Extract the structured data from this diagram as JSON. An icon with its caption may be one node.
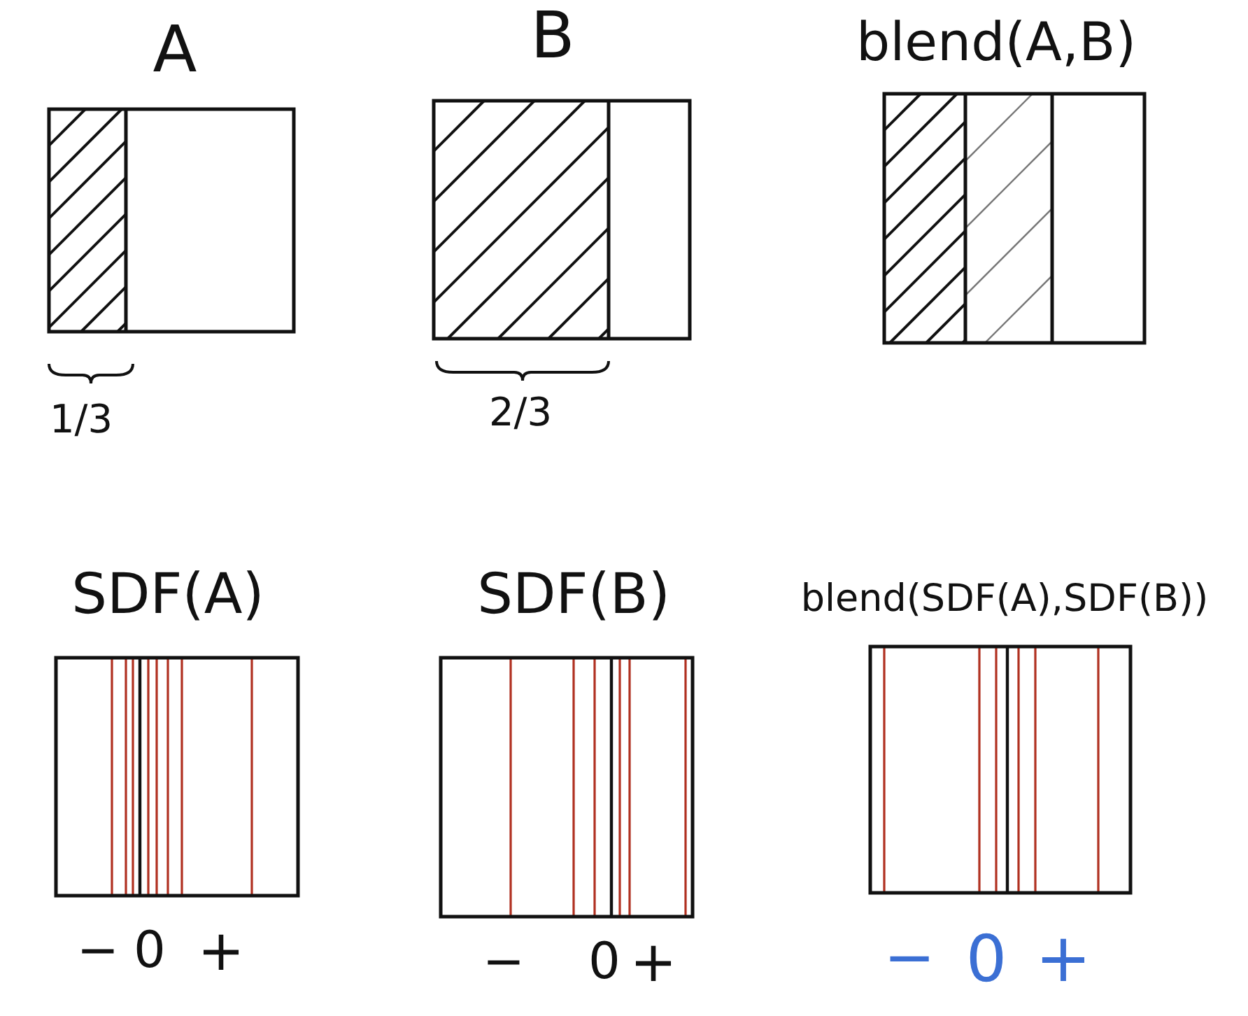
{
  "diagram": {
    "labels": [
      "A",
      "B",
      "blend(A,B)",
      "1/3",
      "2/3",
      "SDF(A)",
      "SDF(B)",
      "blend(SDF(A),SDF(B))",
      "−",
      "0",
      "+",
      "−",
      "0",
      "+",
      "−",
      "0",
      "+"
    ]
  }
}
